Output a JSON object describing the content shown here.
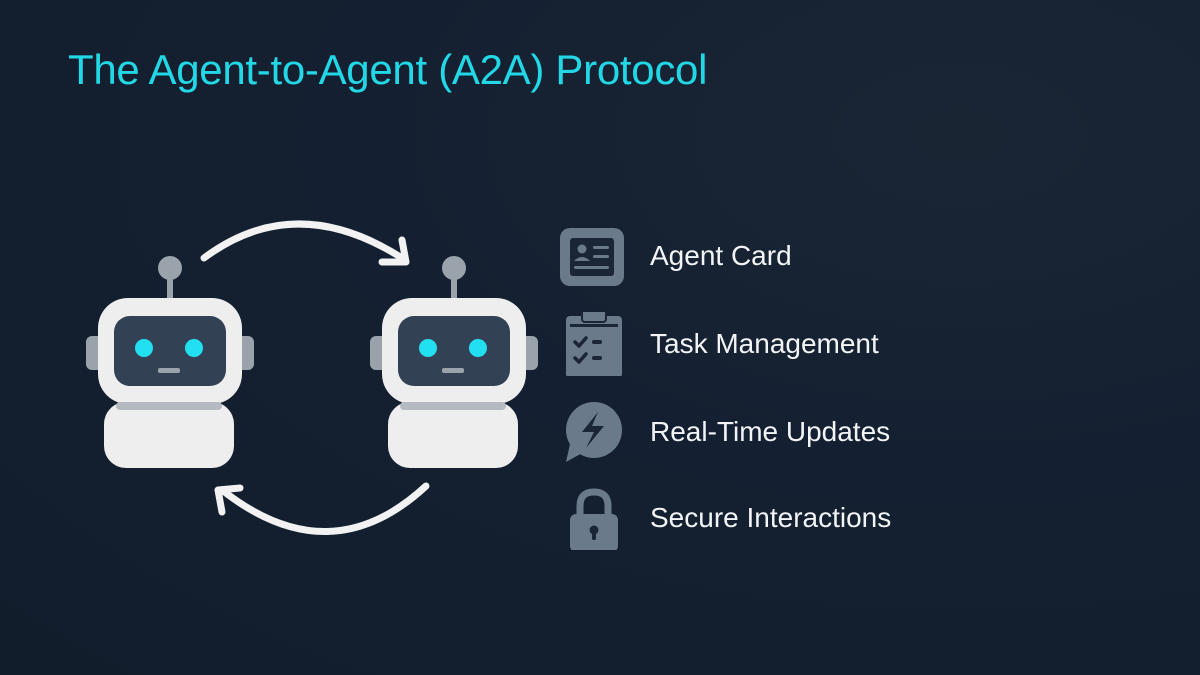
{
  "title": "The Agent-to-Agent (A2A) Protocol",
  "colors": {
    "background": "#142031",
    "accent": "#22d8e6",
    "robot_body": "#eeeeee",
    "robot_face": "#334155",
    "robot_gray": "#9aa3ab",
    "eye": "#22e0f0",
    "icon": "#6b7a8a",
    "text": "#f2f4f6"
  },
  "diagram": {
    "agents": [
      {
        "name": "agent-left"
      },
      {
        "name": "agent-right"
      }
    ],
    "arrows": [
      {
        "direction": "left-to-right",
        "position": "top"
      },
      {
        "direction": "right-to-left",
        "position": "bottom"
      }
    ]
  },
  "features": [
    {
      "label": "Agent Card",
      "icon": "id-card-icon"
    },
    {
      "label": "Task Management",
      "icon": "clipboard-checklist-icon"
    },
    {
      "label": "Real-Time Updates",
      "icon": "lightning-chat-icon"
    },
    {
      "label": "Secure Interactions",
      "icon": "padlock-icon"
    }
  ]
}
